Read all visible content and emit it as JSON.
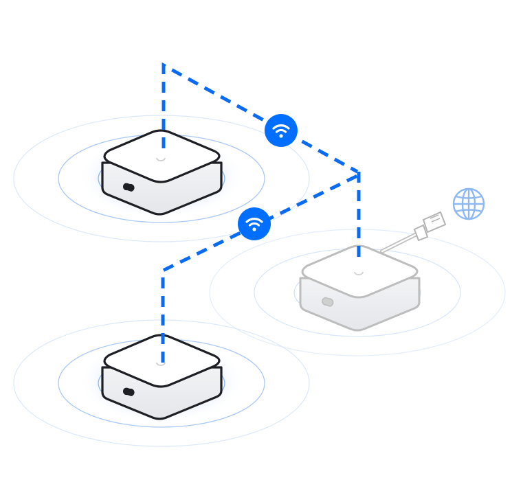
{
  "colors": {
    "accent": "#006FFF",
    "link_line": "#0A6BF0",
    "glow_inner": "#5A8CFF",
    "ring": "#9EC3F6",
    "ring_faint": "#D6E5FA",
    "device_body": "#FFFFFF",
    "device_outline_active": "#1D1F24",
    "device_outline_inactive": "#BDBDBD",
    "wifi_badge": "#006FFF",
    "wifi_glyph": "#FFFFFF",
    "globe": "#8DB8F2",
    "cable": "#B3B3B3"
  },
  "nodes": [
    {
      "id": "mesh-node-top",
      "role": "wireless mesh node",
      "status": "active",
      "icon": "device-logo-icon"
    },
    {
      "id": "mesh-node-bottom",
      "role": "wireless mesh node",
      "status": "active",
      "icon": "device-logo-icon"
    },
    {
      "id": "gateway-node",
      "role": "wired gateway",
      "status": "inactive",
      "icon": "device-logo-icon"
    }
  ],
  "links": [
    {
      "from": "gateway-node",
      "to": "mesh-node-top",
      "type": "wireless",
      "icon": "wifi-icon"
    },
    {
      "from": "gateway-node",
      "to": "mesh-node-bottom",
      "type": "wireless",
      "icon": "wifi-icon"
    },
    {
      "from": "gateway-node",
      "to": "internet",
      "type": "ethernet",
      "icon": "ethernet-plug-icon"
    }
  ],
  "internet": {
    "icon": "globe-icon"
  }
}
